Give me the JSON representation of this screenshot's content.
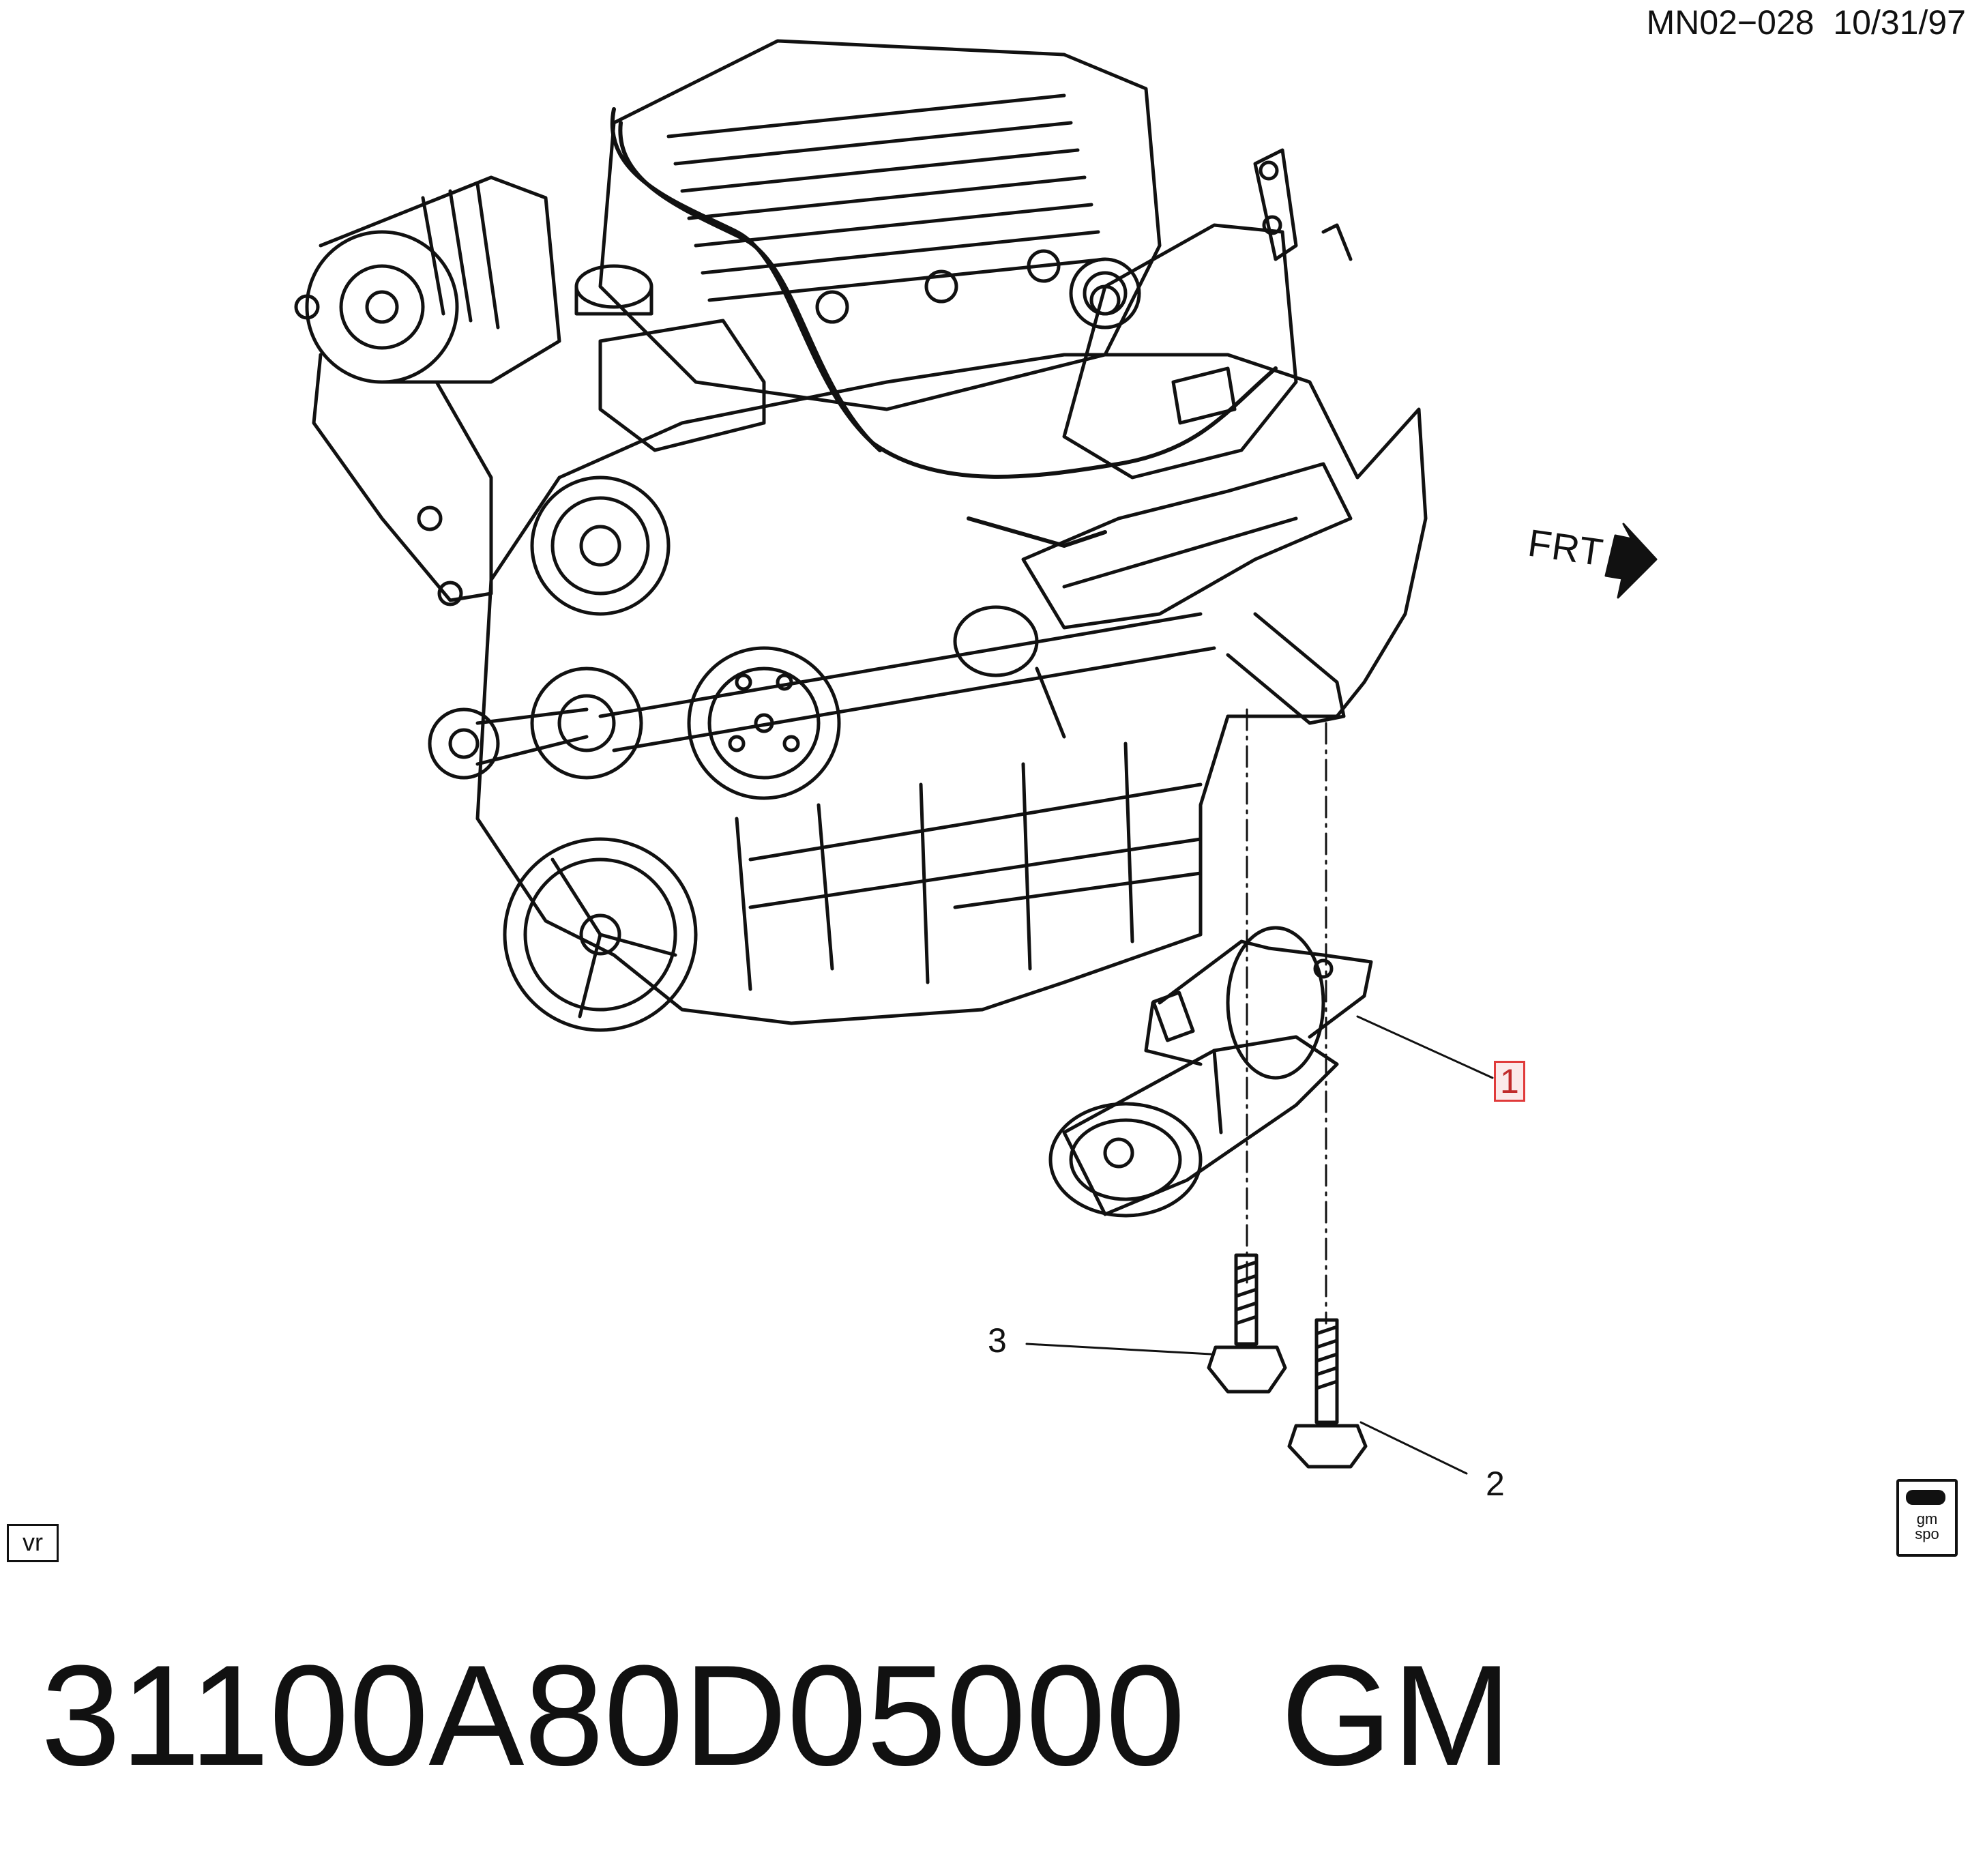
{
  "header": {
    "doc_code": "MN02−028",
    "date": "10/31/97"
  },
  "orientation_label": "FRT",
  "callouts": [
    {
      "id": "1",
      "label": "1",
      "highlighted": true
    },
    {
      "id": "2",
      "label": "2",
      "highlighted": false
    },
    {
      "id": "3",
      "label": "3",
      "highlighted": false
    }
  ],
  "badges": {
    "vr": "vr",
    "gm_line1": "gm",
    "gm_line2": "spo"
  },
  "footer": {
    "part_number": "31100A80D05000",
    "brand": "GM"
  },
  "colors": {
    "line": "#111111",
    "highlight_border": "#e03a3a",
    "highlight_fill": "#fbe9e9"
  }
}
